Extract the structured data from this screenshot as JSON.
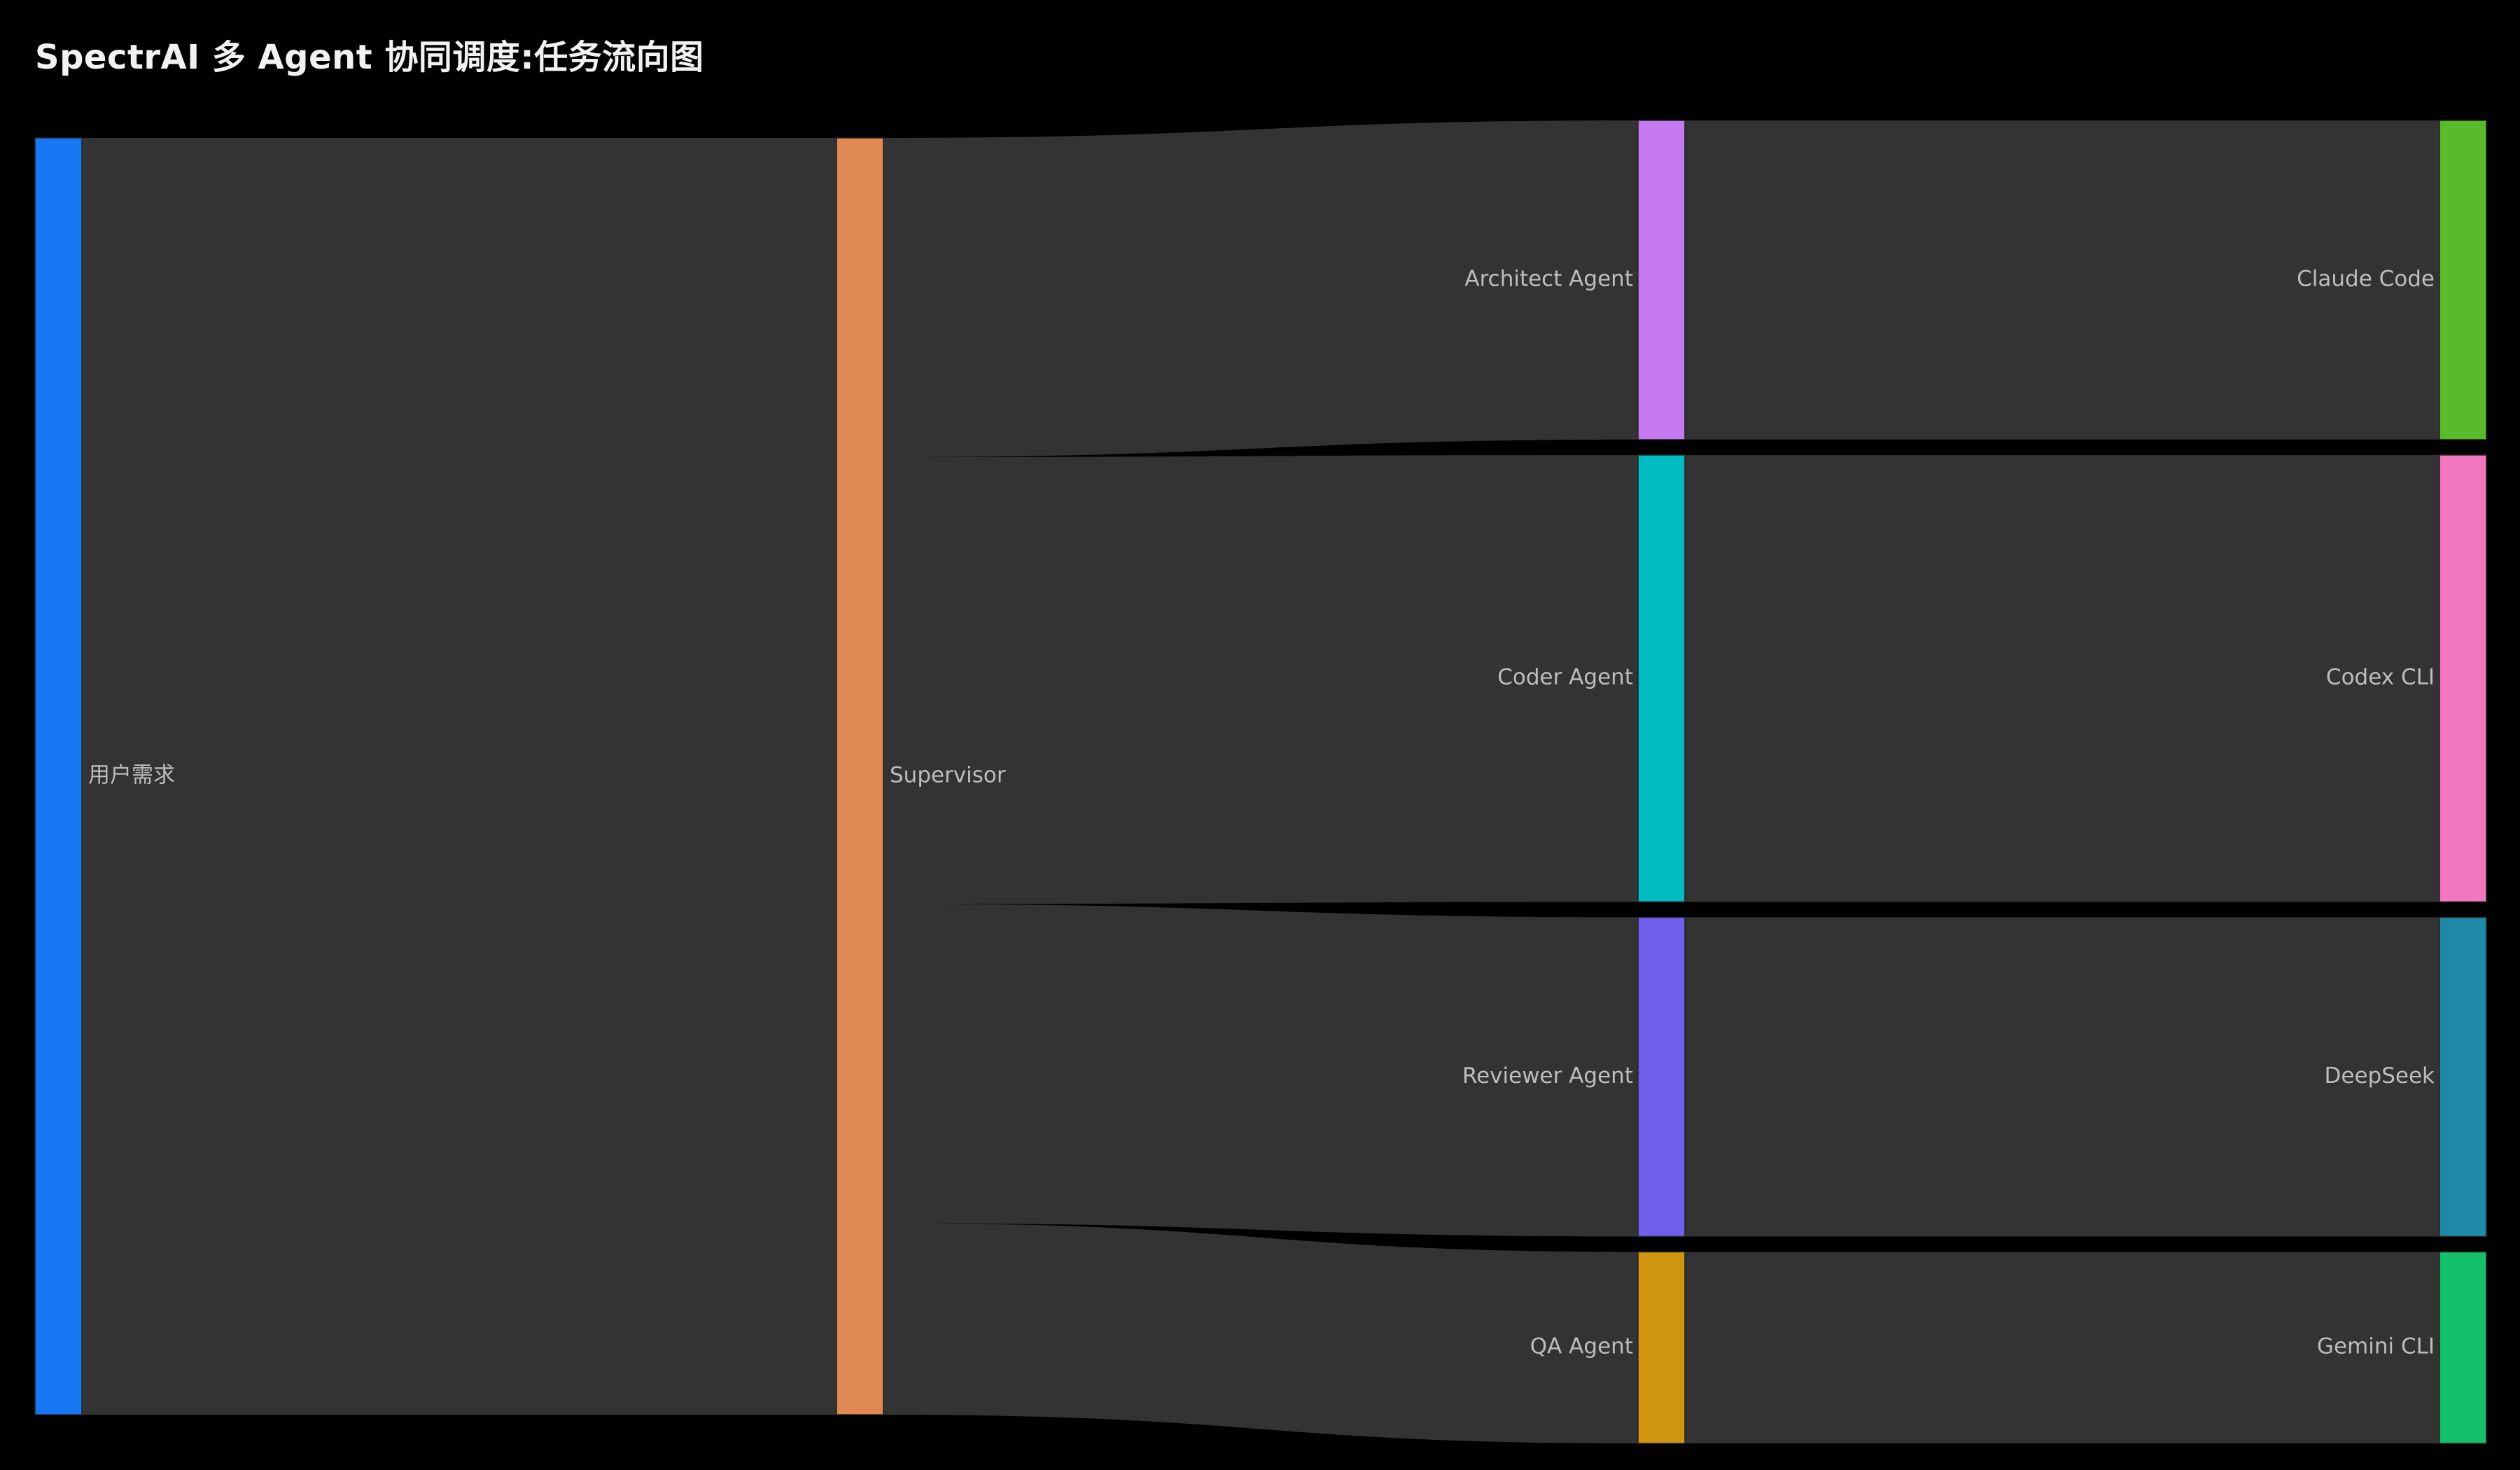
{
  "title": "SpectrAI 多 Agent 协同调度:任务流向图",
  "chart_data": {
    "type": "sankey",
    "title": "SpectrAI 多 Agent 协同调度:任务流向图",
    "nodes": [
      {
        "id": "user",
        "label": "用户需求",
        "column": 0,
        "color": "#1877f2"
      },
      {
        "id": "supervisor",
        "label": "Supervisor",
        "column": 1,
        "color": "#e08955"
      },
      {
        "id": "architect",
        "label": "Architect Agent",
        "column": 2,
        "color": "#c678f0"
      },
      {
        "id": "coder",
        "label": "Coder Agent",
        "column": 2,
        "color": "#00bcc2"
      },
      {
        "id": "reviewer",
        "label": "Reviewer Agent",
        "column": 2,
        "color": "#7160ee"
      },
      {
        "id": "qa",
        "label": "QA Agent",
        "column": 2,
        "color": "#d0960f"
      },
      {
        "id": "claude",
        "label": "Claude Code",
        "column": 3,
        "color": "#5bba2b"
      },
      {
        "id": "codex",
        "label": "Codex CLI",
        "column": 3,
        "color": "#f277c0"
      },
      {
        "id": "deepseek",
        "label": "DeepSeek",
        "column": 3,
        "color": "#1f8aa8"
      },
      {
        "id": "gemini",
        "label": "Gemini CLI",
        "column": 3,
        "color": "#15c06a"
      }
    ],
    "links": [
      {
        "source": "user",
        "target": "supervisor",
        "value": 100
      },
      {
        "source": "supervisor",
        "target": "architect",
        "value": 25
      },
      {
        "source": "supervisor",
        "target": "coder",
        "value": 35
      },
      {
        "source": "supervisor",
        "target": "reviewer",
        "value": 25
      },
      {
        "source": "supervisor",
        "target": "qa",
        "value": 15
      },
      {
        "source": "architect",
        "target": "claude",
        "value": 25
      },
      {
        "source": "coder",
        "target": "codex",
        "value": 35
      },
      {
        "source": "reviewer",
        "target": "deepseek",
        "value": 25
      },
      {
        "source": "qa",
        "target": "gemini",
        "value": 15
      }
    ],
    "link_color": "#333333",
    "label_color": "#bdbdbd",
    "background": "#000000"
  }
}
